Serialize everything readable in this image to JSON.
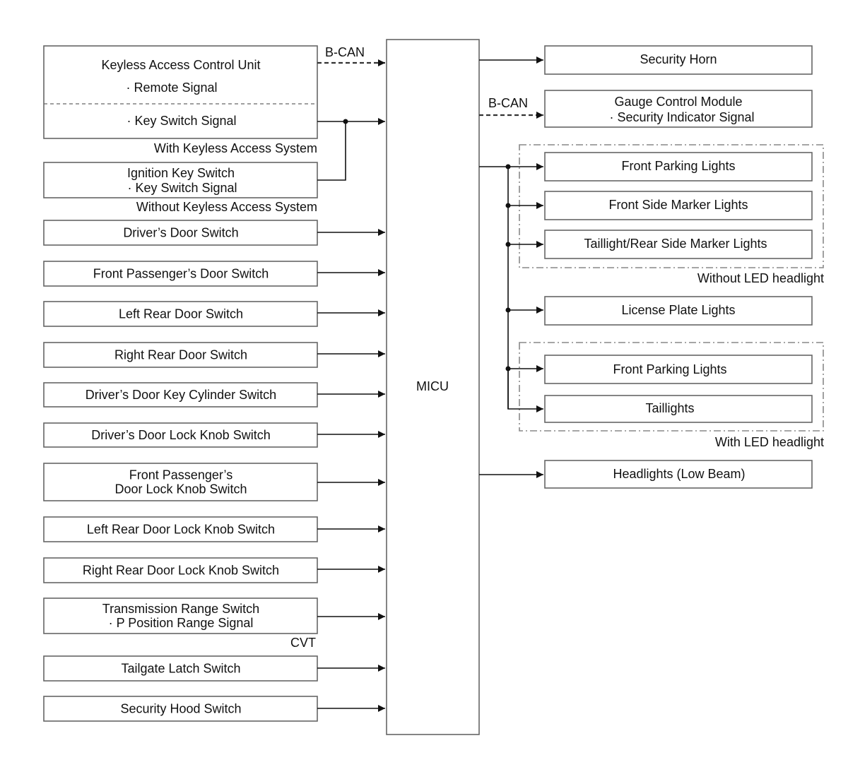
{
  "micu": {
    "label": "MICU"
  },
  "can_label": "B-CAN",
  "keyless": {
    "title": "Keyless Access Control Unit",
    "remote_signal": "· Remote Signal",
    "key_switch_signal": "· Key Switch Signal",
    "note": "With Keyless Access System"
  },
  "ignition": {
    "title": "Ignition Key Switch",
    "key_switch_signal": "· Key Switch Signal",
    "note": "Without Keyless Access System"
  },
  "inputs": [
    {
      "id": "drivers-door-switch",
      "lines": [
        "Driver’s Door Switch"
      ]
    },
    {
      "id": "front-passengers-door-switch",
      "lines": [
        "Front Passenger’s Door Switch"
      ]
    },
    {
      "id": "left-rear-door-switch",
      "lines": [
        "Left Rear Door Switch"
      ]
    },
    {
      "id": "right-rear-door-switch",
      "lines": [
        "Right Rear Door Switch"
      ]
    },
    {
      "id": "drivers-door-key-cylinder-switch",
      "lines": [
        "Driver’s Door Key Cylinder Switch"
      ]
    },
    {
      "id": "drivers-door-lock-knob-switch",
      "lines": [
        "Driver’s Door Lock Knob Switch"
      ]
    },
    {
      "id": "front-passengers-door-lock-knob-switch",
      "lines": [
        "Front Passenger’s",
        "Door Lock Knob Switch"
      ]
    },
    {
      "id": "left-rear-door-lock-knob-switch",
      "lines": [
        "Left Rear Door Lock Knob Switch"
      ]
    },
    {
      "id": "right-rear-door-lock-knob-switch",
      "lines": [
        "Right Rear Door Lock Knob Switch"
      ]
    },
    {
      "id": "transmission-range-switch",
      "lines": [
        "Transmission Range Switch",
        "· P Position Range Signal"
      ],
      "note": "CVT"
    },
    {
      "id": "tailgate-latch-switch",
      "lines": [
        "Tailgate Latch Switch"
      ]
    },
    {
      "id": "security-hood-switch",
      "lines": [
        "Security Hood Switch"
      ]
    }
  ],
  "outputs": {
    "security_horn": "Security Horn",
    "gauge": {
      "title": "Gauge Control Module",
      "signal": "· Security Indicator Signal"
    },
    "without_led": {
      "note": "Without LED headlight",
      "items": [
        "Front Parking Lights",
        "Front Side Marker Lights",
        "Taillight/Rear Side Marker Lights"
      ]
    },
    "license_plate": "License Plate Lights",
    "with_led": {
      "note": "With LED headlight",
      "items": [
        "Front Parking Lights",
        "Taillights"
      ]
    },
    "headlights": "Headlights (Low Beam)"
  }
}
